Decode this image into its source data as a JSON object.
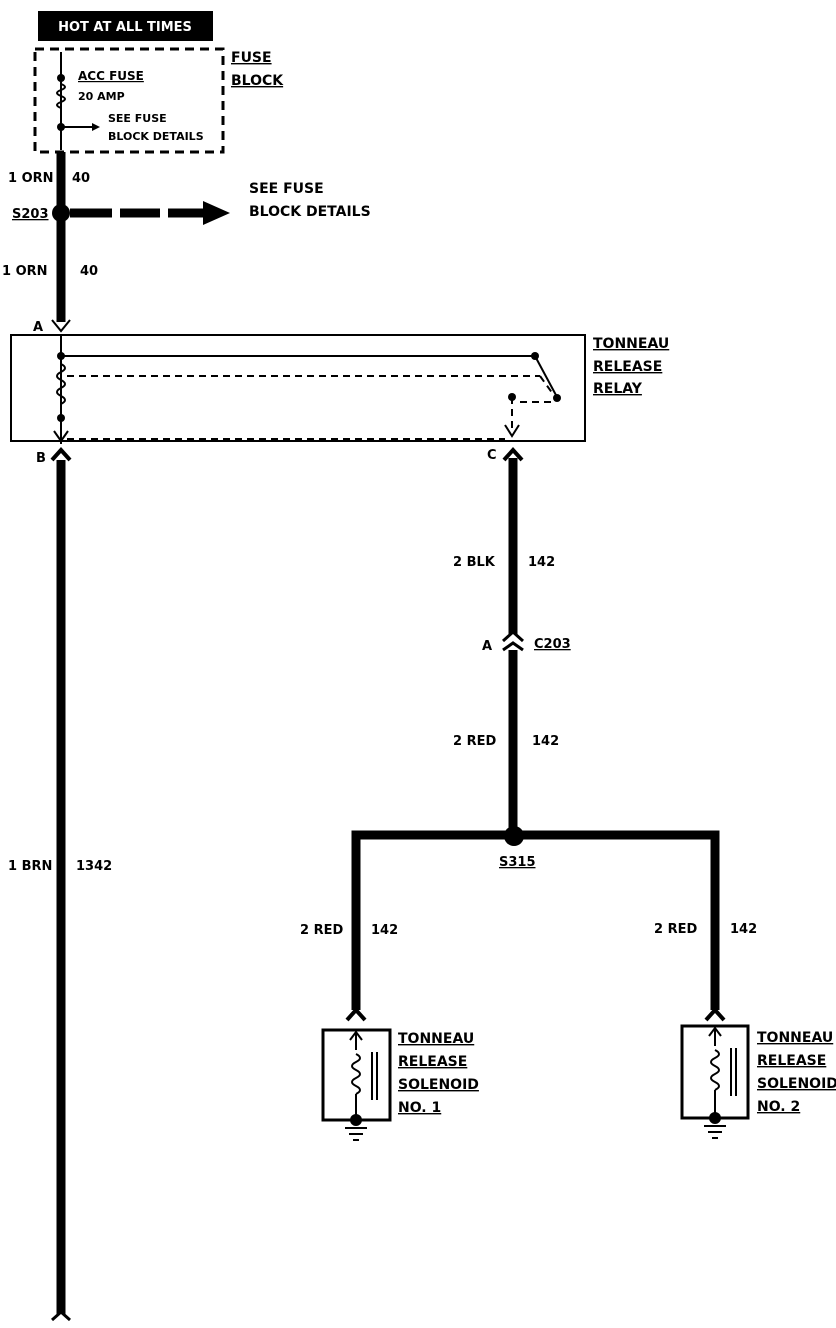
{
  "header": {
    "hot_at_all_times": "HOT AT ALL TIMES"
  },
  "fuse_block": {
    "title_line1": "FUSE",
    "title_line2": "BLOCK",
    "fuse_name": "ACC FUSE",
    "fuse_rating": "20 AMP",
    "see_details_line1": "SEE FUSE",
    "see_details_line2": "BLOCK DETAILS"
  },
  "splice_s203": {
    "id": "S203",
    "arrow_text_line1": "SEE FUSE",
    "arrow_text_line2": "BLOCK DETAILS"
  },
  "wires": {
    "top_upper": {
      "gauge_color": "1 ORN",
      "circuit": "40"
    },
    "top_lower": {
      "gauge_color": "1 ORN",
      "circuit": "40"
    },
    "left_long": {
      "gauge_color": "1 BRN",
      "circuit": "1342"
    },
    "c_to_c203": {
      "gauge_color": "2 BLK",
      "circuit": "142"
    },
    "c203_to_s315": {
      "gauge_color": "2 RED",
      "circuit": "142"
    },
    "to_solenoid1": {
      "gauge_color": "2 RED",
      "circuit": "142"
    },
    "to_solenoid2": {
      "gauge_color": "2 RED",
      "circuit": "142"
    }
  },
  "relay": {
    "title_line1": "TONNEAU",
    "title_line2": "RELEASE",
    "title_line3": "RELAY",
    "terminal_a": "A",
    "terminal_b": "B",
    "terminal_c": "C"
  },
  "connector_c203": {
    "id": "C203",
    "pin": "A"
  },
  "splice_s315": {
    "id": "S315"
  },
  "solenoid1": {
    "line1": "TONNEAU",
    "line2": "RELEASE",
    "line3": "SOLENOID",
    "line4": "NO. 1"
  },
  "solenoid2": {
    "line1": "TONNEAU",
    "line2": "RELEASE",
    "line3": "SOLENOID",
    "line4": "NO. 2"
  }
}
